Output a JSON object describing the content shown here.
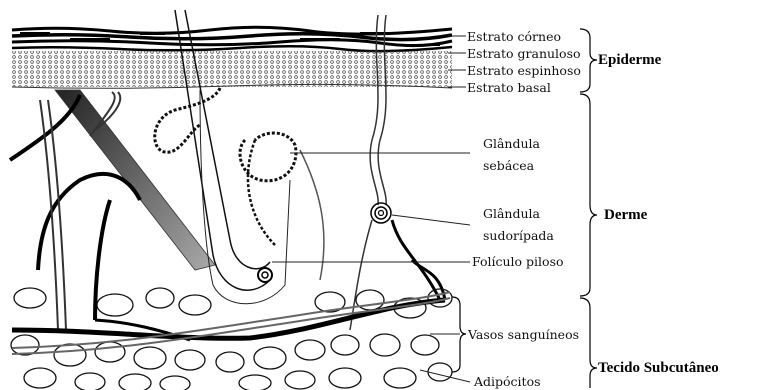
{
  "layers": {
    "corneo": "Estrato córneo",
    "granuloso": "Estrato granuloso",
    "espinhoso": "Estrato espinhoso",
    "basal": "Estrato basal"
  },
  "structures": {
    "sebacea_line1": "Glândula",
    "sebacea_line2": "sebácea",
    "sudoripara_line1": "Glândula",
    "sudoripara_line2": "sudorípada",
    "foliculo": "Folículo piloso",
    "vasos": "Vasos sanguíneos",
    "adipocitos": "Adipócitos"
  },
  "regions": {
    "epiderme": "Epiderme",
    "derme": "Derme",
    "subcutaneo": "Tecido Subcutâneo"
  }
}
